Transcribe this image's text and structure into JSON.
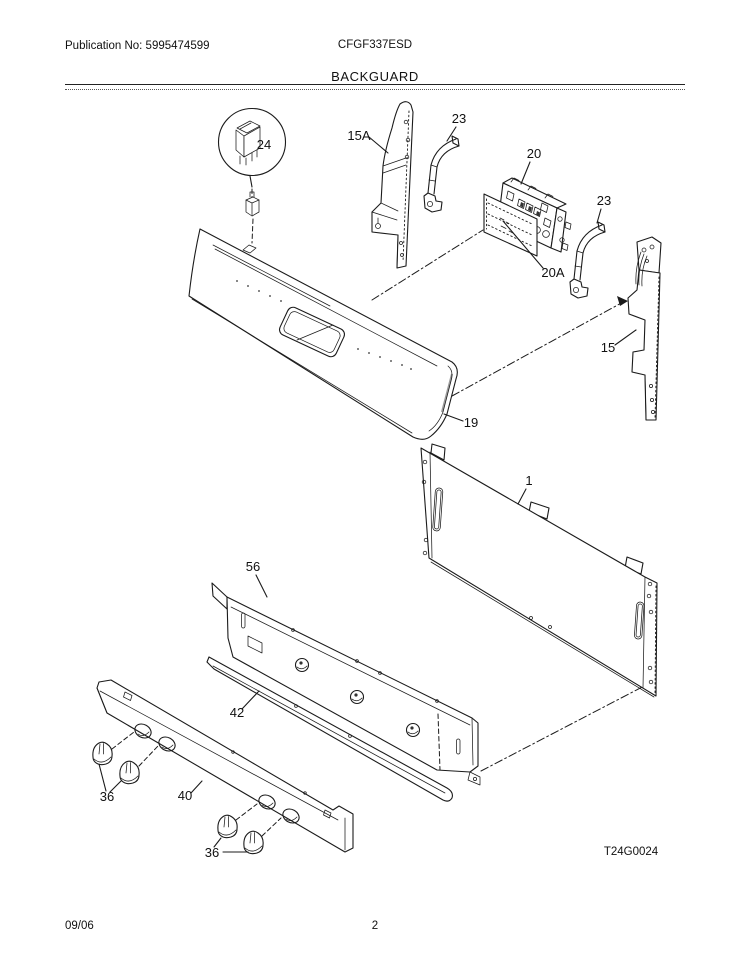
{
  "header": {
    "publication_no": "Publication No: 5995474599",
    "model_no": "CFGF337ESD",
    "section_title": "BACKGUARD"
  },
  "diagram": {
    "drawing_code": "T24G0024",
    "callouts": [
      {
        "ref": "24"
      },
      {
        "ref": "15A"
      },
      {
        "ref": "23"
      },
      {
        "ref": "20"
      },
      {
        "ref": "20A"
      },
      {
        "ref": "23"
      },
      {
        "ref": "15"
      },
      {
        "ref": "19"
      },
      {
        "ref": "1"
      },
      {
        "ref": "56"
      },
      {
        "ref": "42"
      },
      {
        "ref": "40"
      },
      {
        "ref": "36"
      },
      {
        "ref": "36"
      }
    ]
  },
  "footer": {
    "date_code": "09/06",
    "page_number": "2"
  }
}
